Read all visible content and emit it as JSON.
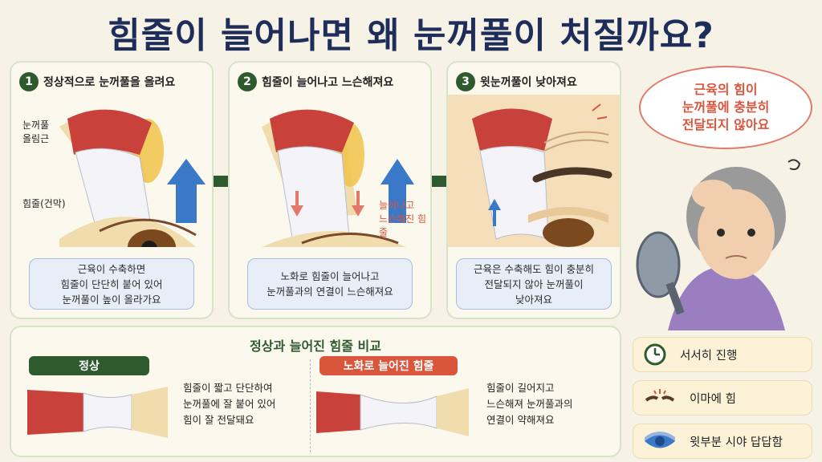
{
  "title": "힘줄이 늘어나면 왜 눈꺼풀이 처질까요?",
  "steps": [
    {
      "num": "1",
      "heading": "정상적으로 눈꺼풀을 올려요",
      "caption": "근육이 수축하면\n힘줄이 단단히 붙어 있어\n눈꺼풀이 높이 올라가요"
    },
    {
      "num": "2",
      "heading": "힘줄이 늘어나고 느슨해져요",
      "caption": "노화로 힘줄이 늘어나고\n눈꺼풀과의 연결이 느슨해져요"
    },
    {
      "num": "3",
      "heading": "윗눈꺼풀이 낮아져요",
      "caption": "근육은 수축해도 힘이 충분히\n전달되지 않아 눈꺼풀이\n낮아져요"
    }
  ],
  "labels": {
    "muscle": "눈꺼풀\n올림근",
    "tendon": "힘줄(건막)",
    "loose_tendon": "늘어나고\n느슨해진 힘줄"
  },
  "bubble": "근육의 힘이\n눈꺼풀에 충분히\n전달되지 않아요",
  "comparison": {
    "title": "정상과 늘어진 힘줄 비교",
    "normal_tag": "정상",
    "normal_text": "힘줄이 짧고 단단하여\n눈꺼풀에 잘 붙어 있어\n힘이 잘 전달돼요",
    "aged_tag": "노화로 늘어진 힘줄",
    "aged_text": "힘줄이 길어지고\n느슨해져 눈꺼풀과의\n연결이 약해져요"
  },
  "symptoms": [
    {
      "icon": "clock-icon",
      "label": "서서히 진행"
    },
    {
      "icon": "forehead-strain-icon",
      "label": "이마에 힘"
    },
    {
      "icon": "eye-icon",
      "label": "윗부분 시야 답답함"
    }
  ],
  "colors": {
    "green": "#2e5a2e",
    "red": "#d9553c",
    "blue": "#3a78c8",
    "muscle": "#c8413a"
  }
}
